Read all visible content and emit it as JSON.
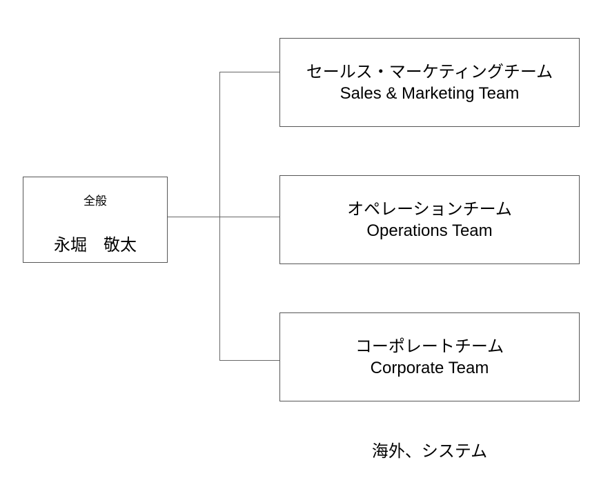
{
  "root": {
    "caption": "全般",
    "name": "永堀　敬太"
  },
  "teams": [
    {
      "name_jp": "セールス・マーケティングチーム",
      "name_en": "Sales & Marketing Team"
    },
    {
      "name_jp": "オペレーションチーム",
      "name_en": "Operations Team"
    },
    {
      "name_jp": "コーポレートチーム",
      "name_en": "Corporate Team"
    }
  ],
  "footer_note": "海外、システム",
  "colors": {
    "border": "#555555",
    "connector": "#666666",
    "background": "#ffffff",
    "text": "#000000"
  }
}
